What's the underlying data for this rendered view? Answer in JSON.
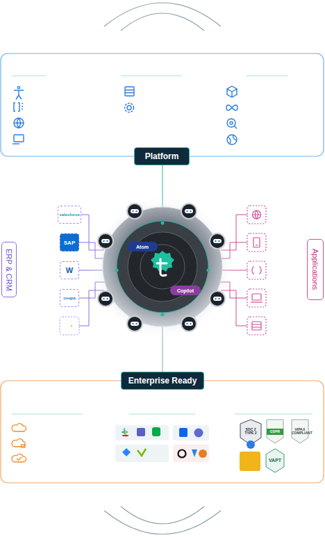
{
  "diagram": {
    "nodes": [
      {
        "text": [
          "Platform"
        ]
      },
      {
        "text": [
          "ERP & CRM"
        ]
      },
      {
        "text": [
          "salesforce"
        ]
      },
      {
        "text": [
          "SAP"
        ]
      },
      {
        "text": [
          "W"
        ]
      },
      {
        "text": [
          "coupa"
        ]
      },
      {
        "text": [
          "Atom"
        ]
      },
      {
        "text": [
          "Copilot"
        ]
      },
      {
        "text": [
          "Applications"
        ]
      },
      {
        "text": [
          "Enterprise Ready"
        ]
      },
      {
        "text": [
          "SOC 2 TYPE 2"
        ]
      },
      {
        "text": [
          "GDPR"
        ]
      },
      {
        "text": [
          "HIPAA COMPLIANT"
        ]
      },
      {
        "text": [
          "VAPT"
        ]
      }
    ]
  }
}
